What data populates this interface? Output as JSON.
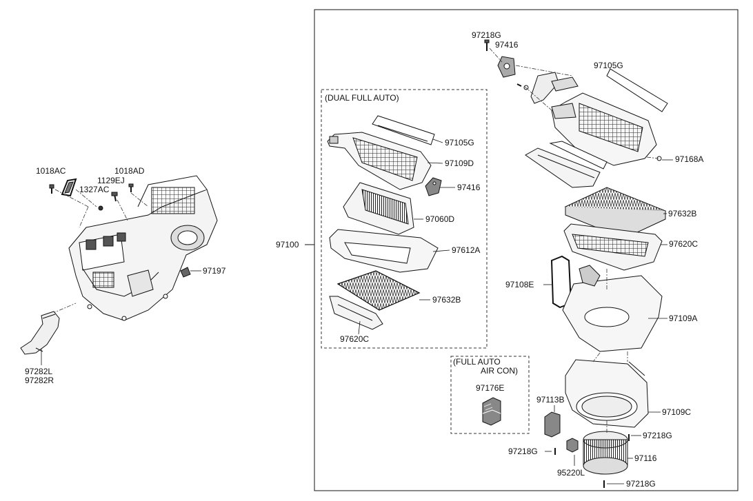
{
  "main_assembly_label": "97100",
  "groups": {
    "dual_full_auto": "(DUAL FULL AUTO)",
    "full_auto_air_con": [
      "(FULL AUTO",
      "AIR CON)"
    ]
  },
  "left_parts": {
    "p1018ac": "1018AC",
    "p1018ad": "1018AD",
    "p1129ej": "1129EJ",
    "p1327ac": "1327AC",
    "p97197": "97197",
    "p97282l": "97282L",
    "p97282r": "97282R"
  },
  "dual_parts": {
    "p97105g": "97105G",
    "p97109d": "97109D",
    "p97416": "97416",
    "p97060d": "97060D",
    "p97612a": "97612A",
    "p97632b": "97632B",
    "p97620c": "97620C"
  },
  "full_auto_parts": {
    "p97176e": "97176E"
  },
  "right_parts": {
    "p97218g_top": "97218G",
    "p97416": "97416",
    "p97105g": "97105G",
    "p97168a": "97168A",
    "p97632b": "97632B",
    "p97620c": "97620C",
    "p97108e": "97108E",
    "p97109a": "97109A",
    "p97113b": "97113B",
    "p97109c": "97109C",
    "p97218g_mid": "97218G",
    "p97218g_left": "97218G",
    "p97116": "97116",
    "p95220l": "95220L",
    "p97218g_bottom": "97218G"
  }
}
